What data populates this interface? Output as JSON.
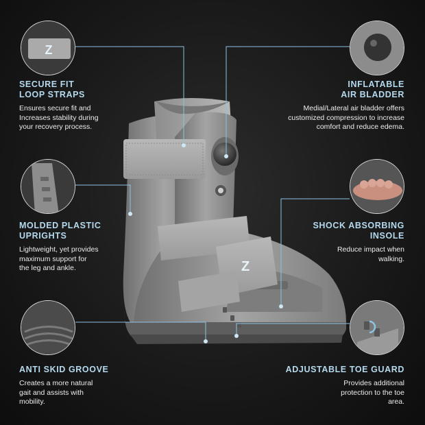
{
  "features": {
    "loop_straps": {
      "title": "SECURE FIT\nLOOP STRAPS",
      "desc": "Ensures secure fit and\nIncreases stability during\nyour recovery process.",
      "icon": "strap-detail-thumbnail"
    },
    "molded_uprights": {
      "title": "MOLDED PLASTIC\nUPRIGHTS",
      "desc": "Lightweight, yet provides\nmaximum support for\nthe leg and ankle.",
      "icon": "upright-detail-thumbnail"
    },
    "anti_skid": {
      "title": "ANTI SKID GROOVE",
      "desc": "Creates a more natural\ngait and assists with\nmobility.",
      "icon": "sole-tread-thumbnail"
    },
    "air_bladder": {
      "title": "INFLATABLE\nAIR BLADDER",
      "desc": "Medial/Lateral air bladder offers\ncustomized compression to increase\ncomfort and reduce edema.",
      "icon": "air-bulb-thumbnail"
    },
    "insole": {
      "title": "SHOCK ABSORBING\nINSOLE",
      "desc": "Reduce impact when\nwalking.",
      "icon": "foot-insole-thumbnail"
    },
    "toe_guard": {
      "title": "ADJUSTABLE TOE GUARD",
      "desc": "Provides additional\nprotection to the toe\narea.",
      "icon": "toe-guard-thumbnail"
    }
  },
  "colors": {
    "accent": "#b5d9ee",
    "leader_line": "#8cc4e4",
    "boot_shell": "#8f8f8f",
    "background": "#1a1a1a"
  }
}
